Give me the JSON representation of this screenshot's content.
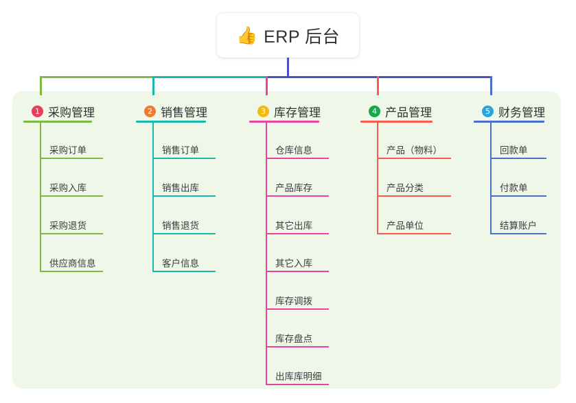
{
  "root": {
    "icon": "thumbs-up-icon",
    "emoji": "👍",
    "title": "ERP 后台"
  },
  "theme": {
    "page_background": "#ffffff",
    "panel_background": "#eef7e8",
    "trunk_color": "#4a50c4",
    "text_color": "#2f3133"
  },
  "columns": [
    {
      "index": "1",
      "title": "采购管理",
      "badge_color": "#ee3b5b",
      "line_color": "#7fb942",
      "items": [
        {
          "label": "采购订单"
        },
        {
          "label": "采购入库"
        },
        {
          "label": "采购退货"
        },
        {
          "label": "供应商信息"
        }
      ]
    },
    {
      "index": "2",
      "title": "销售管理",
      "badge_color": "#f07a2e",
      "line_color": "#19b8ab",
      "items": [
        {
          "label": "销售订单"
        },
        {
          "label": "销售出库"
        },
        {
          "label": "销售退货"
        },
        {
          "label": "客户信息"
        }
      ]
    },
    {
      "index": "3",
      "title": "库存管理",
      "badge_color": "#f5b914",
      "line_color": "#e8449b",
      "items": [
        {
          "label": "仓库信息"
        },
        {
          "label": "产品库存"
        },
        {
          "label": "其它出库"
        },
        {
          "label": "其它入库"
        },
        {
          "label": "库存调拨"
        },
        {
          "label": "库存盘点"
        },
        {
          "label": "出库库明细"
        }
      ]
    },
    {
      "index": "4",
      "title": "产品管理",
      "badge_color": "#16a94c",
      "line_color": "#f95a4f",
      "items": [
        {
          "label": "产品（物料）"
        },
        {
          "label": "产品分类"
        },
        {
          "label": "产品单位"
        }
      ]
    },
    {
      "index": "5",
      "title": "财务管理",
      "badge_color": "#24a7de",
      "line_color": "#4a6fc8",
      "items": [
        {
          "label": "回款单"
        },
        {
          "label": "付款单"
        },
        {
          "label": "结算账户"
        }
      ]
    }
  ]
}
